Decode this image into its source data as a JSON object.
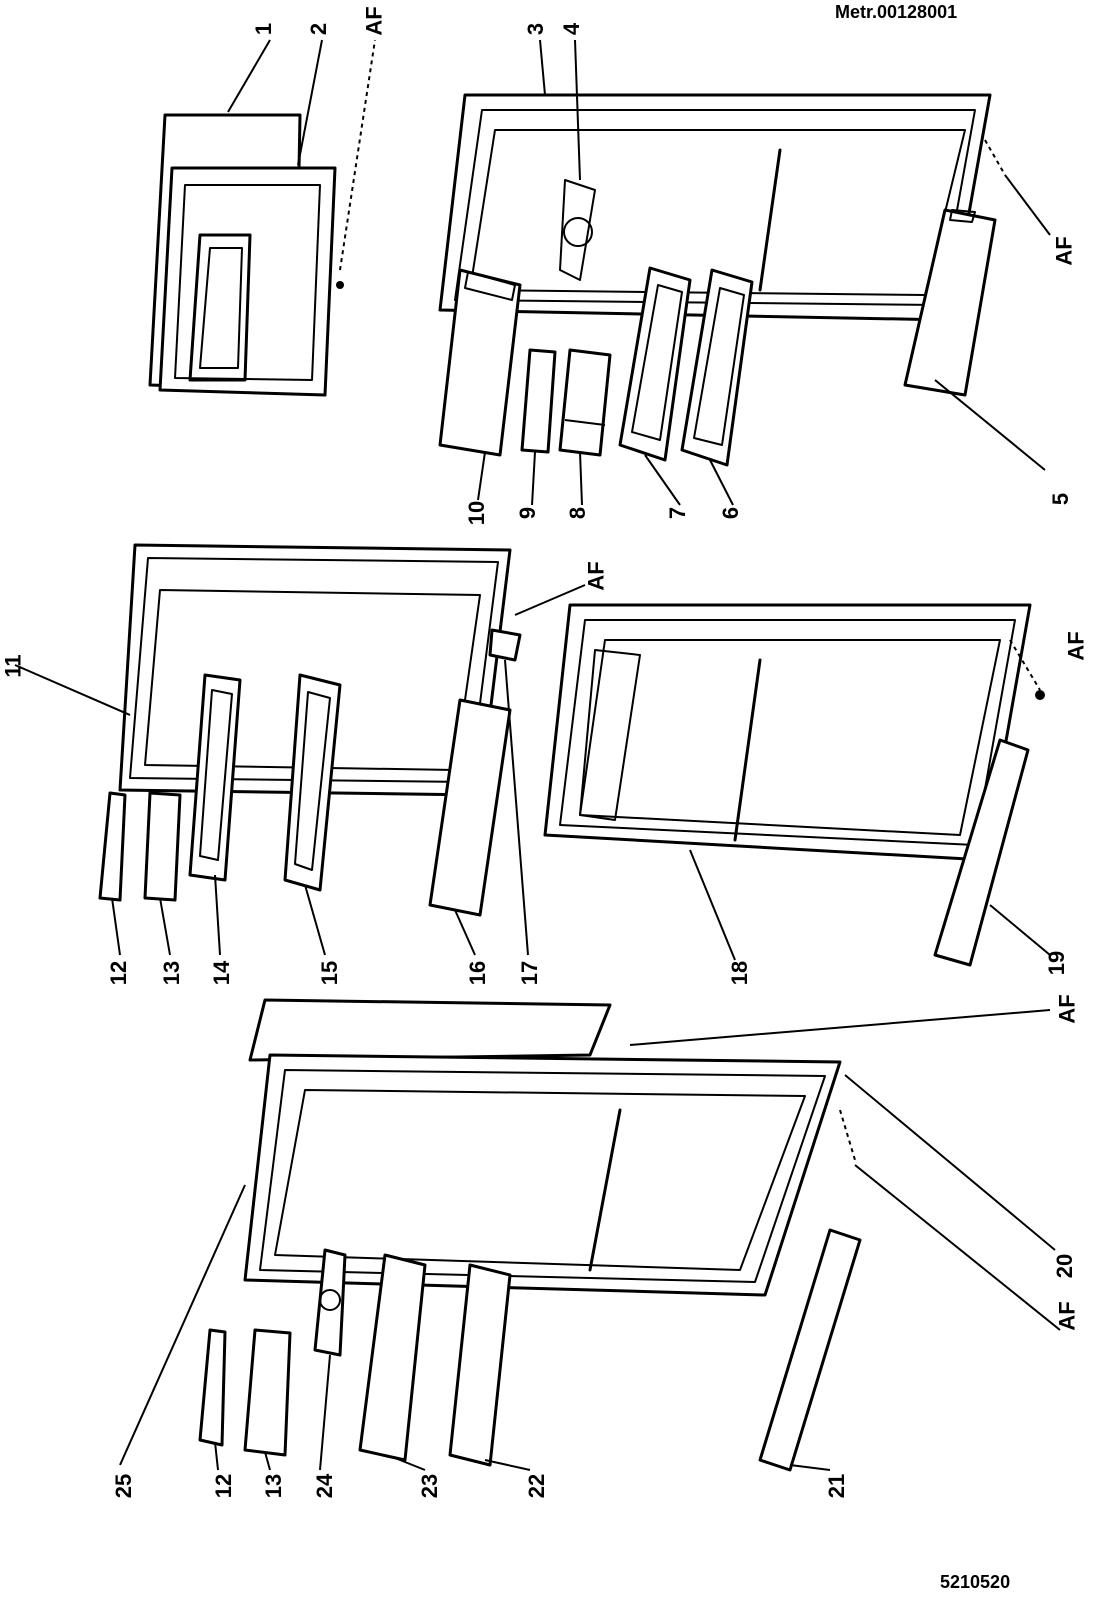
{
  "header": {
    "ref_top": "Metr.00128001",
    "ref_bottom": "5210520"
  },
  "labels": {
    "l1": "1",
    "l2": "2",
    "af_a": "AF",
    "l3": "3",
    "l4": "4",
    "af_b": "AF",
    "l5": "5",
    "l6": "6",
    "l7": "7",
    "l8": "8",
    "l9": "9",
    "l10": "10",
    "l11": "11",
    "l12a": "12",
    "l13a": "13",
    "l14": "14",
    "l15": "15",
    "l16": "16",
    "l17": "17",
    "af_c": "AF",
    "af_d": "AF",
    "l18": "18",
    "l19": "19",
    "af_e": "AF",
    "l20": "20",
    "af_f": "AF",
    "l21": "21",
    "l22": "22",
    "l23": "23",
    "l24": "24",
    "l12b": "12",
    "l13b": "13",
    "l25": "25"
  }
}
